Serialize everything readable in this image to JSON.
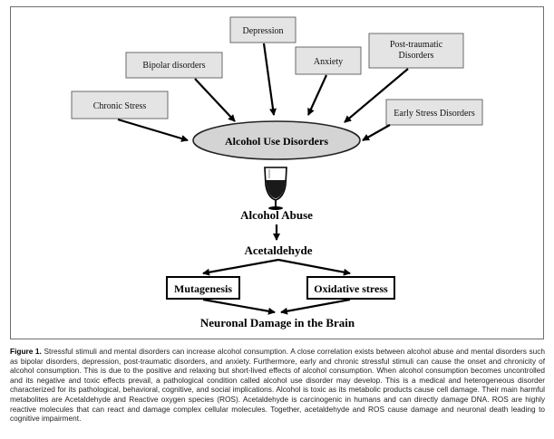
{
  "boxes": {
    "chronic_stress": "Chronic Stress",
    "bipolar": "Bipolar disorders",
    "depression": "Depression",
    "anxiety": "Anxiety",
    "ptsd_line1": "Post-traumatic",
    "ptsd_line2": "Disorders",
    "early_stress": "Early Stress Disorders"
  },
  "center_label": "Alcohol Use Disorders",
  "alcohol_abuse": "Alcohol Abuse",
  "acetaldehyde": "Acetaldehyde",
  "mutagenesis": "Mutagenesis",
  "oxidative_stress": "Oxidative stress",
  "neuronal_damage": "Neuronal Damage in the Brain",
  "caption": {
    "label": "Figure 1.",
    "text": "Stressful stimuli and mental disorders can increase alcohol consumption. A close correlation exists between alcohol abuse and mental disorders such as bipolar disorders, depression, post-traumatic disorders, and anxiety. Furthermore, early and chronic stressful stimuli can cause the onset and chronicity of alcohol consumption. This is due to the positive and relaxing but short-lived effects of alcohol consumption. When alcohol consumption becomes uncontrolled and its negative and toxic effects prevail, a pathological condition called alcohol use disorder may develop. This is a medical and heterogeneous disorder characterized for its pathological, behavioral, cognitive, and social implications. Alcohol is toxic as its metabolic products cause cell damage. Their main harmful metabolites are Acetaldehyde and Reactive oxygen species (ROS). Acetaldehyde is carcinogenic in humans and can directly damage DNA. ROS are highly reactive molecules that can react and damage complex cellular molecules. Together, acetaldehyde and ROS cause damage and neuronal death leading to cognitive impairment."
  }
}
